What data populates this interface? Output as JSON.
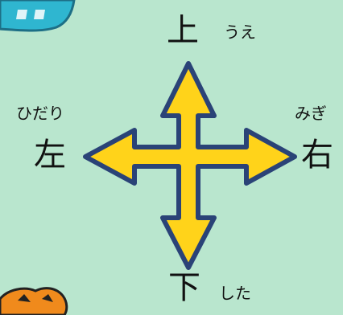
{
  "directions": {
    "up": {
      "kanji": "上",
      "kana": "うえ"
    },
    "down": {
      "kanji": "下",
      "kana": "した"
    },
    "left": {
      "kanji": "左",
      "kana": "ひだり"
    },
    "right": {
      "kanji": "右",
      "kana": "みぎ"
    }
  },
  "colors": {
    "background": "#b9e6ce",
    "arrow_fill": "#ffd31a",
    "arrow_outline": "#2a4377",
    "corner_sticker_teal": "#2fb6d0",
    "corner_sticker_orange": "#f08a1c"
  },
  "icons": {
    "center": "four-way-arrow-icon",
    "top_left": "corner-sticker-teal",
    "bottom_left": "corner-sticker-orange"
  }
}
